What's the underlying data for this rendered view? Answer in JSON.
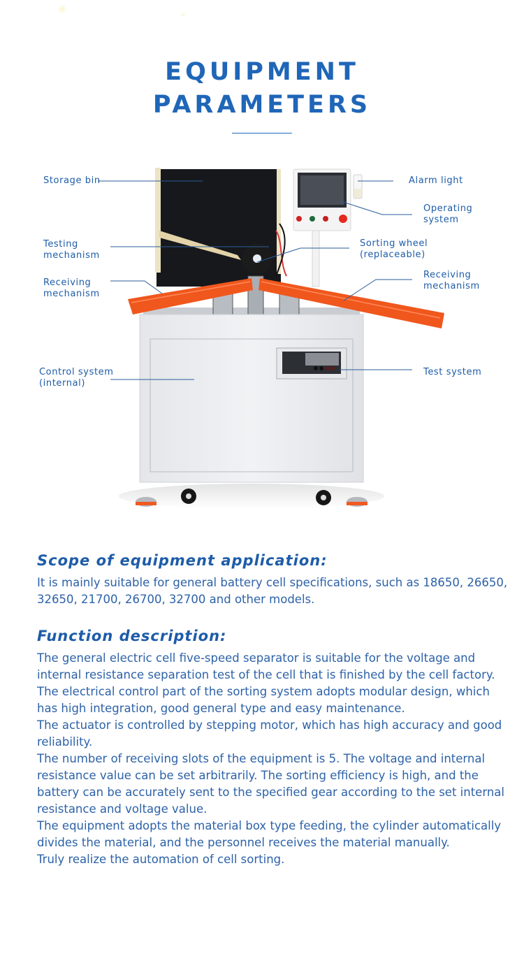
{
  "header": {
    "title_line1": "EQUIPMENT",
    "title_line2": "PARAMETERS"
  },
  "diagram": {
    "image_subject": "battery cell sorting machine",
    "labels": {
      "storage_bin": "Storage bin",
      "testing_mechanism": "Testing\nmechanism",
      "receiving_mechanism_left": "Receiving\nmechanism",
      "control_system": "Control system\n(internal)",
      "alarm_light": "Alarm light",
      "operating_system": "Operating\nsystem",
      "sorting_wheel": "Sorting wheel\n(replaceable)",
      "receiving_mechanism_right": "Receiving\nmechanism",
      "test_system": "Test system"
    },
    "colors": {
      "label_text": "#1d5ca8",
      "leader_line": "#2a5d9a",
      "tray_orange": "#f0571d",
      "bin_black": "#16181c",
      "cabinet_white": "#eceef1"
    }
  },
  "scope": {
    "heading": "Scope of equipment application:",
    "text": "It is mainly suitable for general battery cell specifications, such as 18650, 26650, 32650, 21700, 26700, 32700 and other models."
  },
  "function": {
    "heading": "Function description:",
    "paragraphs": [
      "The general electric cell five-speed separator is suitable for the voltage and internal resistance separation test of the cell that is finished by the cell factory.",
      "The electrical control part of the sorting system adopts modular design, which has high integration, good general type and easy maintenance.",
      "The actuator is controlled by stepping motor, which has high accuracy and good reliability.",
      "The number of receiving slots of the equipment is 5. The voltage and internal resistance value can be set arbitrarily. The sorting efficiency is high, and the battery can be accurately sent to the specified gear according to the set internal resistance and voltage value.",
      "The equipment adopts the material box type feeding, the cylinder automatically divides the material, and the personnel receives the material manually.",
      "Truly realize the automation of cell sorting."
    ]
  },
  "theme": {
    "heading_blue": "#1f66b8",
    "body_blue": "#2d62a8"
  }
}
